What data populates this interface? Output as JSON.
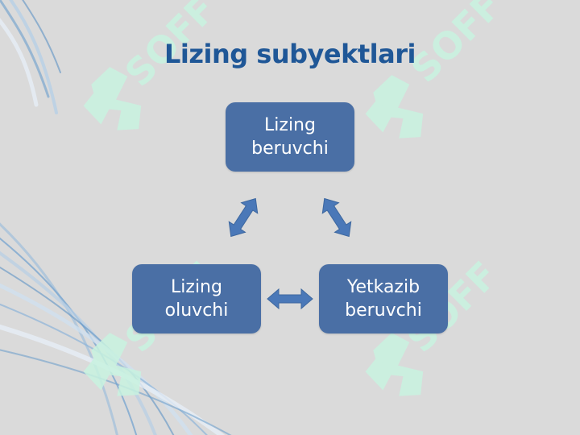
{
  "slide": {
    "title": "Lizing subyektlari"
  },
  "nodes": {
    "top": {
      "line1": "Lizing",
      "line2": "beruvchi"
    },
    "left": {
      "line1": "Lizing",
      "line2": "oluvchi"
    },
    "right": {
      "line1": "Yetkazib",
      "line2": "beruvchi"
    }
  },
  "watermark": {
    "text": "SOFF"
  },
  "colors": {
    "background": "#dadada",
    "node_fill": "#4a6fa5",
    "title": "#1f5797",
    "arrow": "#4a78b8",
    "watermark": "#c8f2e0"
  }
}
